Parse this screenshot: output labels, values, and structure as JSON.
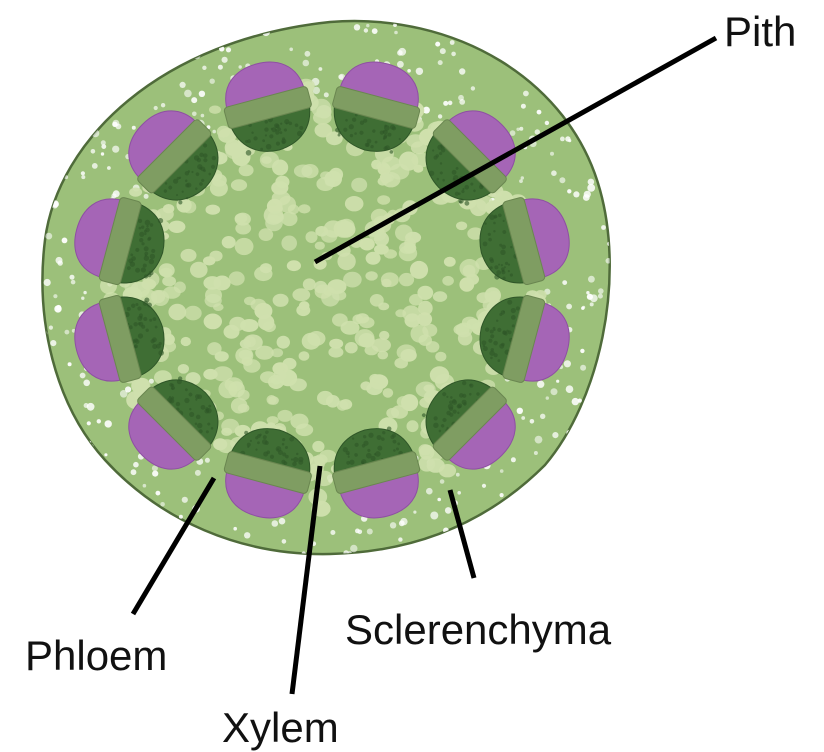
{
  "labels": {
    "pith": "Pith",
    "phloem": "Phloem",
    "xylem": "Xylem",
    "sclerenchyma": "Sclerenchyma"
  },
  "colors": {
    "stem_fill": "#9cc07a",
    "stem_outline": "#4f6b3a",
    "pith_cells": "#cfe0ad",
    "sclerenchyma": "#a565b6",
    "sclerenchyma_dark": "#8e4fa3",
    "phloem": "#7f9d62",
    "xylem": "#3f6e34",
    "xylem_dark": "#2f5628",
    "scattered_cells": "#ffffff",
    "leader_line": "#000000"
  },
  "bundles": {
    "count": 12,
    "layers_outer_to_inner": [
      "sclerenchyma",
      "phloem",
      "xylem"
    ]
  }
}
